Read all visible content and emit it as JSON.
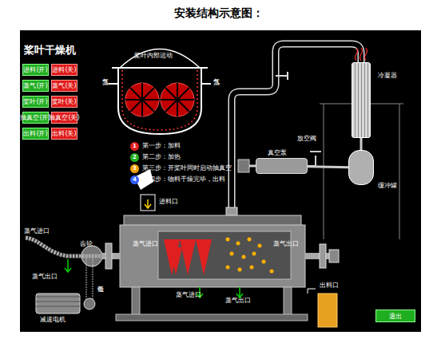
{
  "diagram": {
    "title": "安装结构示意图：",
    "nodes": [
      {
        "text": [
          "进料(开)"
        ]
      },
      {
        "text": [
          "进料(关)"
        ]
      },
      {
        "text": [
          "蒸气(开)"
        ]
      },
      {
        "text": [
          "蒸气(关)"
        ]
      },
      {
        "text": [
          "桨叶(开)"
        ]
      },
      {
        "text": [
          "桨叶(关)"
        ]
      },
      {
        "text": [
          "抽真空(开)"
        ]
      },
      {
        "text": [
          "抽真空(关)"
        ]
      },
      {
        "text": [
          "出料(开)"
        ]
      },
      {
        "text": [
          "出料(关)"
        ]
      },
      {
        "text": [
          "冷凝器"
        ]
      },
      {
        "text": [
          "缓冲罐"
        ]
      },
      {
        "text": [
          "真空泵"
        ]
      },
      {
        "text": [
          "退出"
        ]
      }
    ],
    "edges": [
      {
        "from": 10,
        "to": 11,
        "arrow": "none"
      },
      {
        "from": 11,
        "to": 12,
        "arrow": "none"
      }
    ],
    "labels": [
      "桨叶干燥机",
      "桨叶内部运动",
      "蒸气",
      "蒸气",
      "1",
      "第一步：加料",
      "2",
      "第二步：加热",
      "3",
      "第三步：开桨叶同时启动抽真空",
      "4",
      "第四步：物料干燥完毕，出料",
      "进料口",
      "放空阀",
      "蒸气进口",
      "齿轮",
      "蒸气出口",
      "链条",
      "减速电机",
      "蒸气进口",
      "蒸气出口",
      "蒸气进口",
      "蒸气出口",
      "出料口"
    ]
  }
}
